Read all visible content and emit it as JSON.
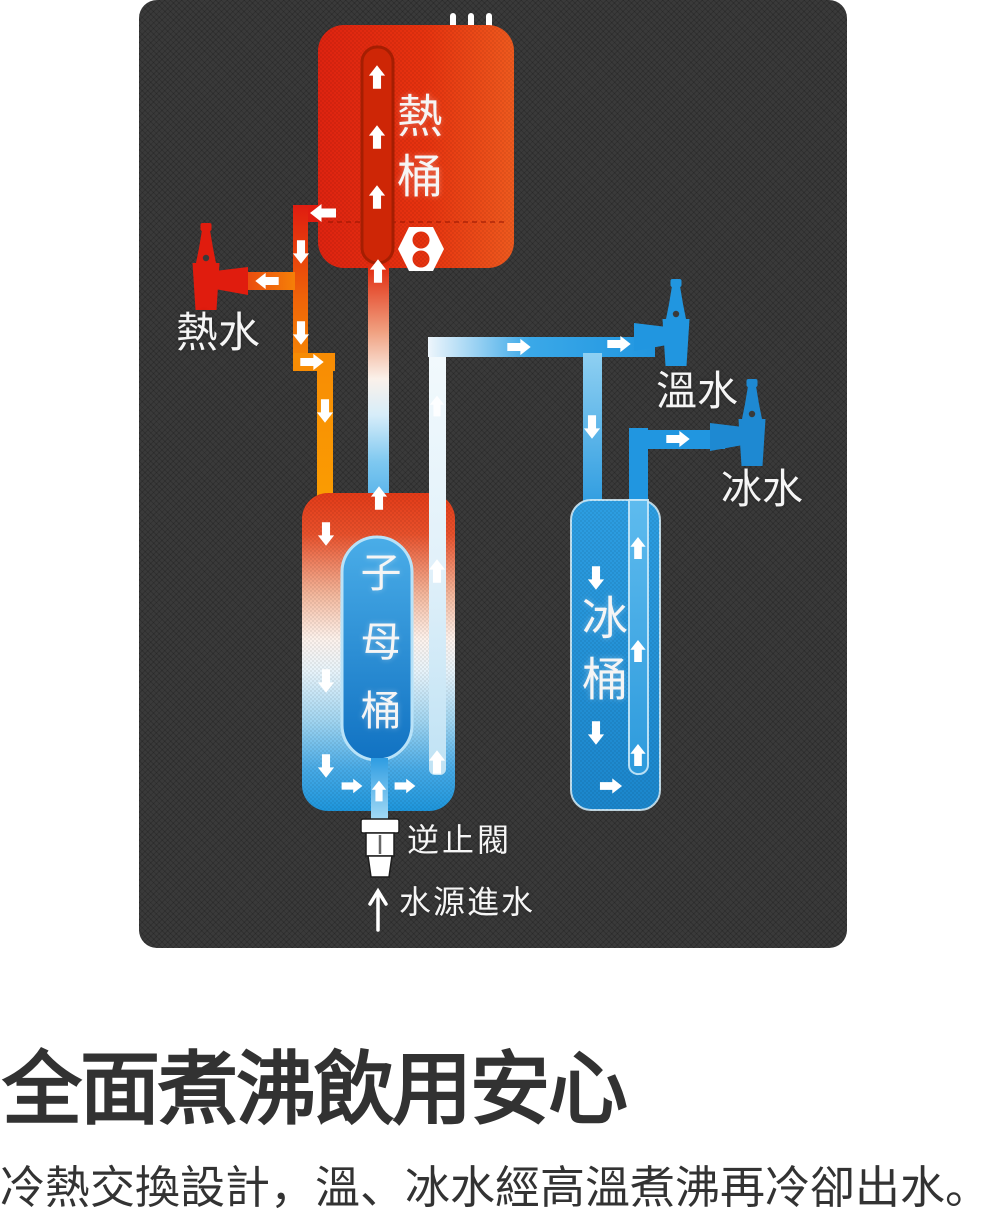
{
  "diagram": {
    "labels": {
      "hot_tank": "熱桶",
      "mother_child_tank": "子母桶",
      "ice_tank": "冰桶",
      "hot_water": "熱水",
      "warm_water": "溫水",
      "ice_water": "冰水",
      "check_valve": "逆止閥",
      "water_inlet": "水源進水"
    },
    "icons": {
      "heating_element": "hexagon-with-two-holes",
      "steam": "three-vertical-lines",
      "flow_arrow": "white-block-arrow",
      "faucet": "tap-glyph",
      "check_valve": "white-pipe-fitting"
    },
    "colors": {
      "hot": "#e3270f",
      "orange": "#f78c04",
      "cold": "#2196e0",
      "light_cold": "#bfe2f6",
      "panel": "#3a3a3a"
    }
  },
  "caption": {
    "title": "全面煮沸飲用安心",
    "description": "冷熱交換設計，溫、冰水經高溫煮沸再冷卻出水。",
    "text_color": "#333333"
  }
}
